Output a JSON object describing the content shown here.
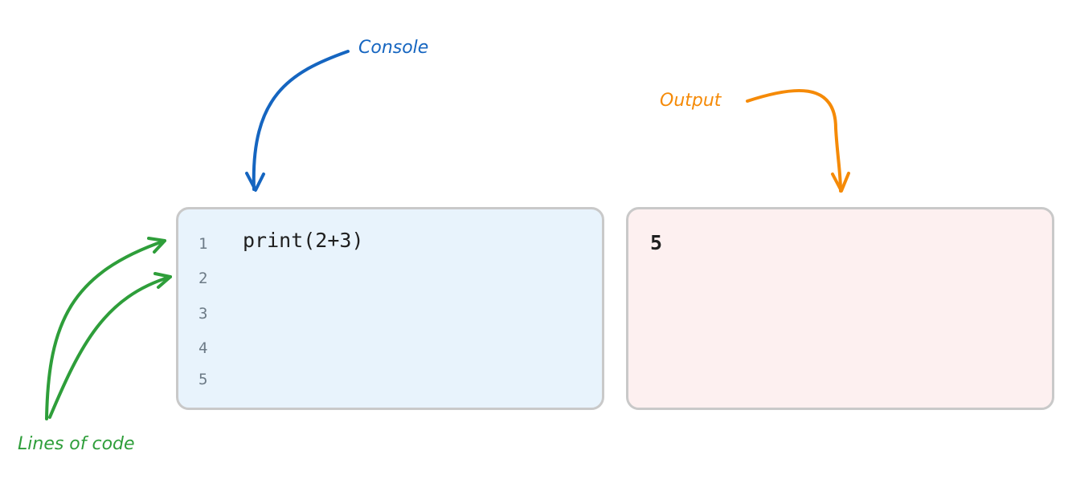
{
  "annotations": {
    "console": "Console",
    "output": "Output",
    "lines": "Lines of code"
  },
  "console": {
    "line_numbers": [
      "1",
      "2",
      "3",
      "4",
      "5"
    ],
    "code": "print(2+3)"
  },
  "output": {
    "text": "5"
  },
  "colors": {
    "console_arrow": "#1565c0",
    "output_arrow": "#f58a07",
    "lines_arrow": "#2e9e3a",
    "console_bg": "#e8f3fc",
    "output_bg": "#fdf0f0",
    "panel_border": "#c9c9c9"
  }
}
